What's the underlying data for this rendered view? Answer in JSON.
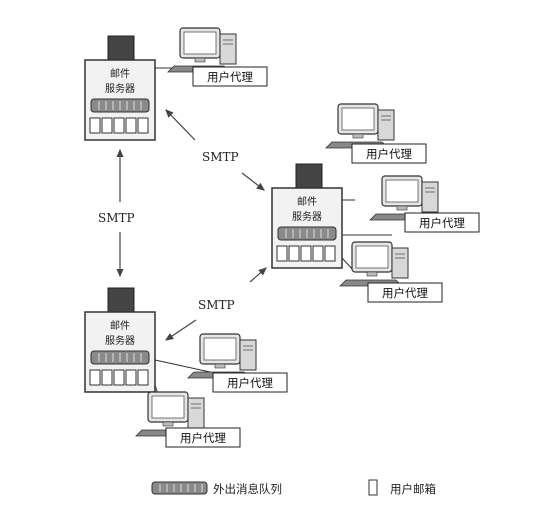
{
  "servers": [
    {
      "line1": "邮件",
      "line2": "服务器"
    },
    {
      "line1": "邮件",
      "line2": "服务器"
    },
    {
      "line1": "邮件",
      "line2": "服务器"
    }
  ],
  "smtp_labels": [
    "SMTP",
    "SMTP",
    "SMTP"
  ],
  "user_agents": [
    "用户代理",
    "用户代理",
    "用户代理",
    "用户代理",
    "用户代理",
    "用户代理"
  ],
  "legend": {
    "queue": "外出消息队列",
    "mailbox": "用户邮箱"
  },
  "colors": {
    "server_fill": "#f2f2f2",
    "queue_fill": "#8a8a8a",
    "arrow": "#444444",
    "line": "#333333"
  }
}
